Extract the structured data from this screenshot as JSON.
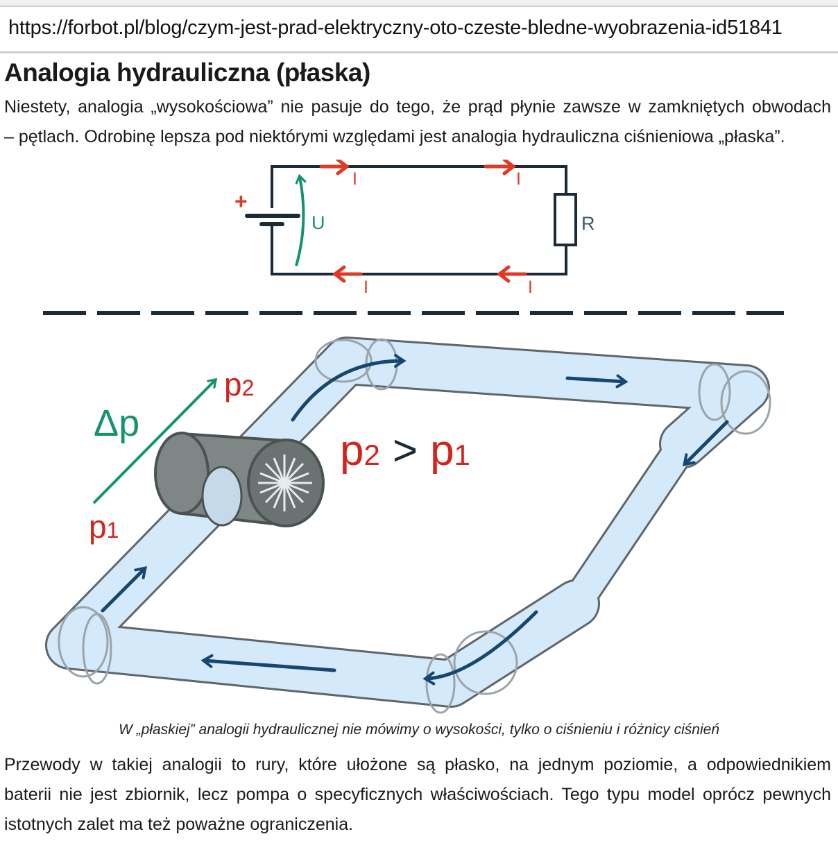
{
  "browser": {
    "url": "https://forbot.pl/blog/czym-jest-prad-elektryczny-oto-czeste-bledne-wyobrazenia-id51841"
  },
  "article": {
    "heading": "Analogia hydrauliczna (płaska)",
    "intro_lines": [
      "Niestety, analogia „wysokościowa” nie pasuje do tego, że prąd płynie zawsze w zamkniętych obwodach",
      "– pętlach. Odrobinę lepsza pod niektórymi względami jest analogia hydrauliczna ciśnieniowa „płaska”."
    ],
    "caption": "W „płaskiej” analogii hydraulicznej nie mówimy o wysokości, tylko o ciśnieniu i różnicy ciśnień",
    "body_lines": [
      "Przewody w takiej analogii to rury, które ułożone są płasko, na jednym poziomie, a odpowiednikiem",
      "baterii nie jest zbiornik, lecz pompa o specyficznych właściwościach. Tego typu model oprócz pewnych",
      "istotnych zalet ma też poważne ograniczenia."
    ]
  },
  "diagram": {
    "circuit": {
      "plus": "+",
      "voltage": "U",
      "resistor": "R",
      "current": "I"
    },
    "hydraulic": {
      "p2": "p",
      "p2_sub": "2",
      "p1": "p",
      "p1_sub": "1",
      "delta": "Δp",
      "gt": ">"
    },
    "colors": {
      "wire": "#1b2a36",
      "current": "#e03a24",
      "voltage": "#13936e",
      "pipe": "#cfe6f8",
      "pipe_outline": "#5f6669",
      "flow": "#17466f",
      "pressure": "#d2231c"
    }
  }
}
